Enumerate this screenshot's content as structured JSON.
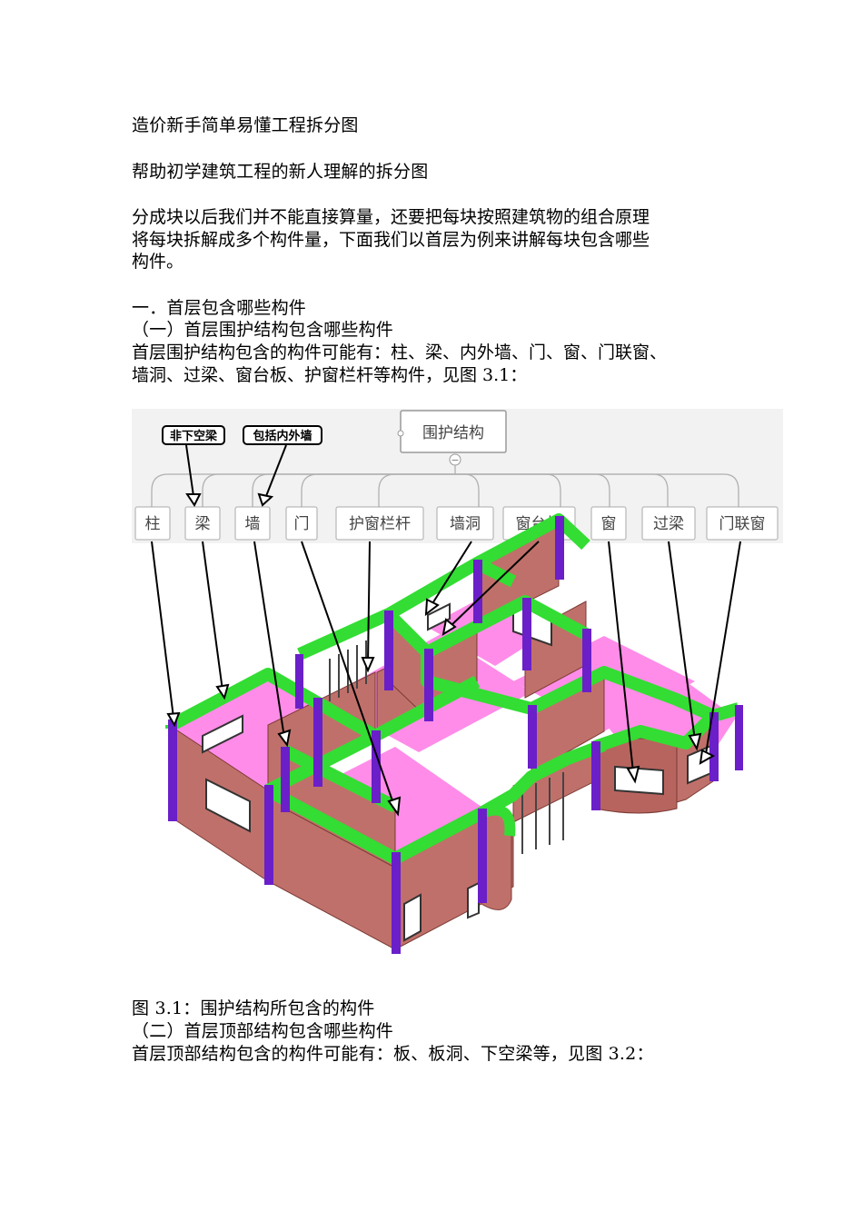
{
  "doc": {
    "title": "造价新手简单易懂工程拆分图",
    "subtitle": "帮助初学建筑工程的新人理解的拆分图",
    "intro": [
      "分成块以后我们并不能直接算量，还要把每块按照建筑物的组合原理",
      "将每块拆解成多个构件量，下面我们以首层为例来讲解每块包含哪些",
      "构件。"
    ],
    "section1": "一．首层包含哪些构件",
    "sub1": "（一）首层围护结构包含哪些构件",
    "sub1_text": [
      "首层围护结构包含的构件可能有：柱、梁、内外墙、门、窗、门联窗、",
      "墙洞、过梁、窗台板、护窗栏杆等构件，见图 3.1："
    ],
    "caption1": "图 3.1：围护结构所包含的构件",
    "sub2": "（二）首层顶部结构包含哪些构件",
    "sub2_text": "首层顶部结构包含的构件可能有：板、板洞、下空梁等，见图 3.2："
  },
  "diagram": {
    "root": "围护结构",
    "collapse_symbol": "−",
    "nodes": [
      "柱",
      "梁",
      "墙",
      "门",
      "护窗栏杆",
      "墙洞",
      "窗台板",
      "窗",
      "过梁",
      "门联窗"
    ],
    "tags": [
      {
        "label": "非下空梁",
        "target": "梁"
      },
      {
        "label": "包括内外墙",
        "target": "墙"
      }
    ],
    "colors": {
      "beam": "#33dd33",
      "column": "#6a1fc9",
      "wall": "#c0706a",
      "floor": "#ff8ce8"
    }
  }
}
